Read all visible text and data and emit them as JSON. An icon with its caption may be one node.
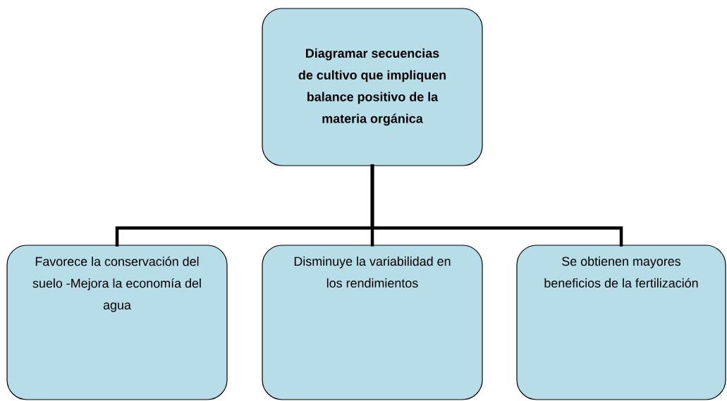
{
  "diagram": {
    "nodes": [
      {
        "text": [
          "Diagramar secuencias de cultivo que impliquen balance positivo de la materia orgánica"
        ]
      },
      {
        "text": [
          "Favorece la conservación del suelo -Mejora la economía del agua"
        ]
      },
      {
        "text": [
          "Disminuye la variabilidad en los rendimientos"
        ]
      },
      {
        "text": [
          "Se obtienen mayores beneficios de la fertilización"
        ]
      }
    ],
    "edges": [
      {
        "from": 0,
        "to": 1,
        "arrow": "none"
      },
      {
        "from": 0,
        "to": 2,
        "arrow": "none"
      },
      {
        "from": 0,
        "to": 3,
        "arrow": "none"
      }
    ]
  }
}
